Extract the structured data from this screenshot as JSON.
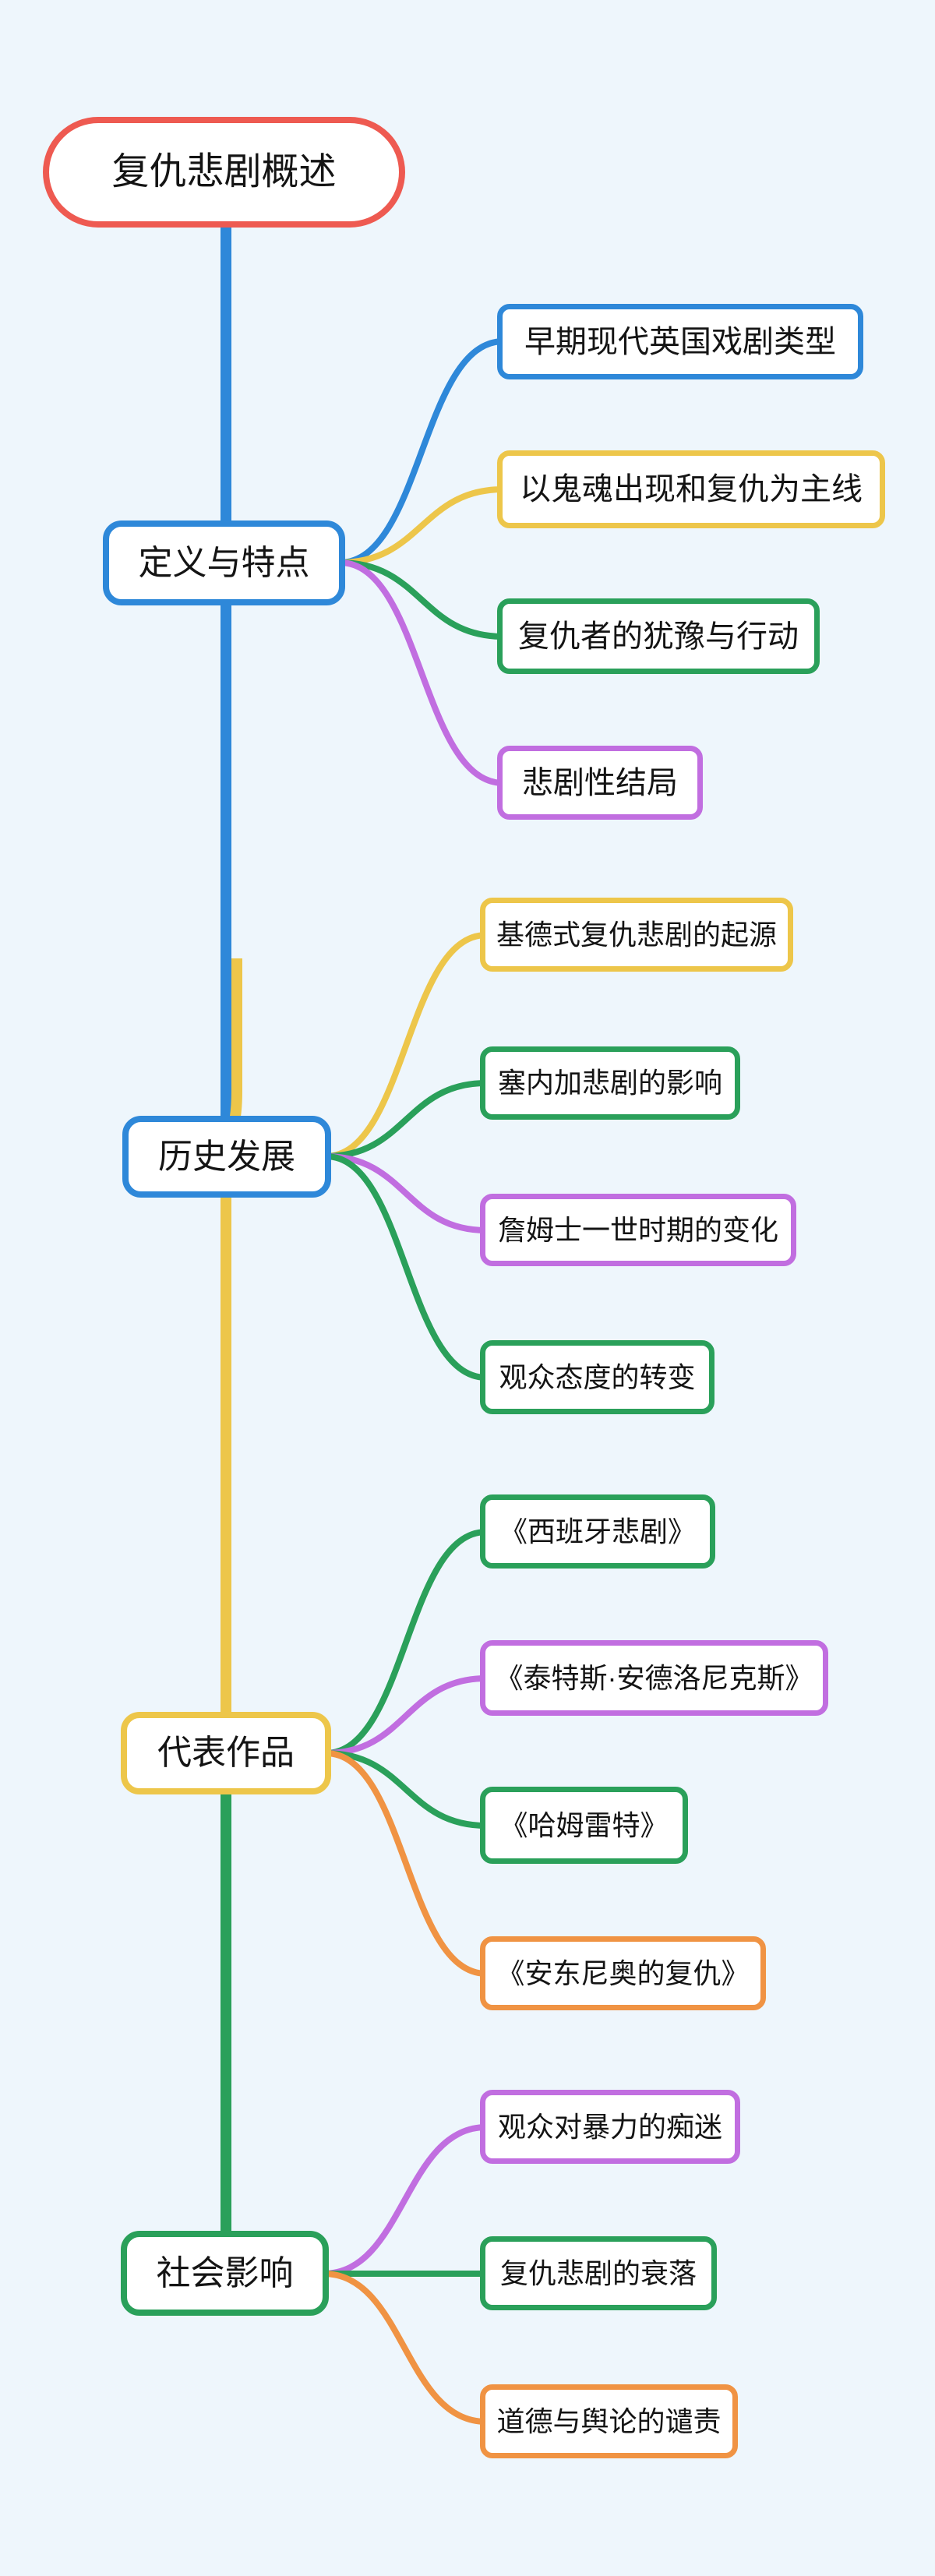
{
  "palette": {
    "background": "#eef6fc",
    "node_background": "#ffffff",
    "text": "#141414",
    "red": "#ee5a51",
    "blue": "#2e88d9",
    "yellow": "#edc64a",
    "green": "#2aa05a",
    "purple": "#c16ee0",
    "orange": "#f09343"
  },
  "mindmap": {
    "root": {
      "label": "复仇悲剧概述",
      "color": "red"
    },
    "branches": [
      {
        "label": "定义与特点",
        "color": "blue",
        "children": [
          {
            "label": "早期现代英国戏剧类型",
            "color": "blue"
          },
          {
            "label": "以鬼魂出现和复仇为主线",
            "color": "yellow"
          },
          {
            "label": "复仇者的犹豫与行动",
            "color": "green"
          },
          {
            "label": "悲剧性结局",
            "color": "purple"
          }
        ]
      },
      {
        "label": "历史发展",
        "color": "blue",
        "children": [
          {
            "label": "基德式复仇悲剧的起源",
            "color": "yellow"
          },
          {
            "label": "塞内加悲剧的影响",
            "color": "green"
          },
          {
            "label": "詹姆士一世时期的变化",
            "color": "purple"
          },
          {
            "label": "观众态度的转变",
            "color": "green"
          }
        ]
      },
      {
        "label": "代表作品",
        "color": "yellow",
        "children": [
          {
            "label": "《西班牙悲剧》",
            "color": "green"
          },
          {
            "label": "《泰特斯·安德洛尼克斯》",
            "color": "purple"
          },
          {
            "label": "《哈姆雷特》",
            "color": "green"
          },
          {
            "label": "《安东尼奥的复仇》",
            "color": "orange"
          }
        ]
      },
      {
        "label": "社会影响",
        "color": "green",
        "children": [
          {
            "label": "观众对暴力的痴迷",
            "color": "purple"
          },
          {
            "label": "复仇悲剧的衰落",
            "color": "green"
          },
          {
            "label": "道德与舆论的谴责",
            "color": "orange"
          }
        ]
      }
    ]
  }
}
